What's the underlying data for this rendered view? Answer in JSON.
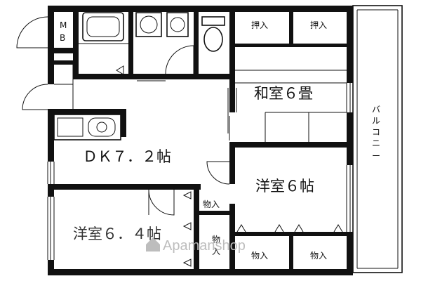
{
  "rooms": {
    "mb": [
      "M",
      "B"
    ],
    "oshiire_1": "押入",
    "oshiire_2": "押入",
    "washitsu": "和室６畳",
    "dk": "ＤＫ７．２帖",
    "yoshitsu_right": "洋室６帖",
    "yoshitsu_left": "洋室６．４帖",
    "monoire_1": "物入",
    "monoire_2": [
      "物",
      "入"
    ],
    "monoire_3": "物入",
    "monoire_4": "物入",
    "balcony": [
      "バ",
      "ル",
      "コ",
      "ニ",
      "ー"
    ]
  },
  "watermark": "Apamanshop",
  "colors": {
    "wall": "#111111",
    "watermark": "#bdbdbd"
  }
}
